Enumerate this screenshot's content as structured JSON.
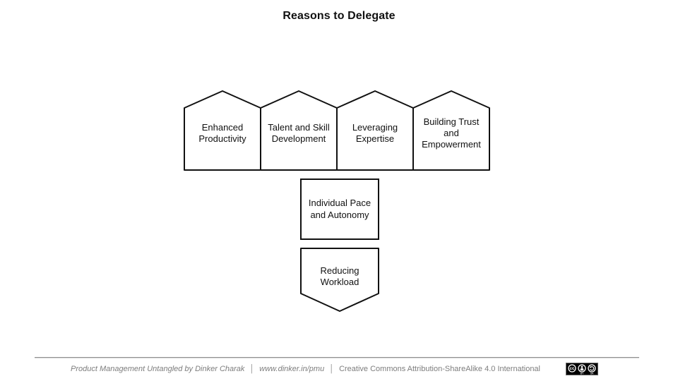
{
  "title": "Reasons to Delegate",
  "colors": {
    "shape_stroke": "#111111",
    "shape_fill": "#ffffff",
    "text": "#111111",
    "footer_text": "#7d7d7d",
    "rule": "#919191",
    "badge_bg": "#000000"
  },
  "diagram": {
    "top_row": [
      {
        "label": "Enhanced Productivity"
      },
      {
        "label": "Talent and Skill Development"
      },
      {
        "label": "Leveraging Expertise"
      },
      {
        "label": "Building Trust and Empowerment"
      }
    ],
    "middle": {
      "label": "Individual Pace and Autonomy"
    },
    "bottom": {
      "label": "Reducing Workload"
    }
  },
  "footer": {
    "credit": "Product Management Untangled by Dinker Charak",
    "url": "www.dinker.in/pmu",
    "separator1": "│",
    "separator2": "│",
    "license": "Creative Commons Attribution-ShareAlike 4.0 International",
    "badge": "CC BY-SA"
  }
}
